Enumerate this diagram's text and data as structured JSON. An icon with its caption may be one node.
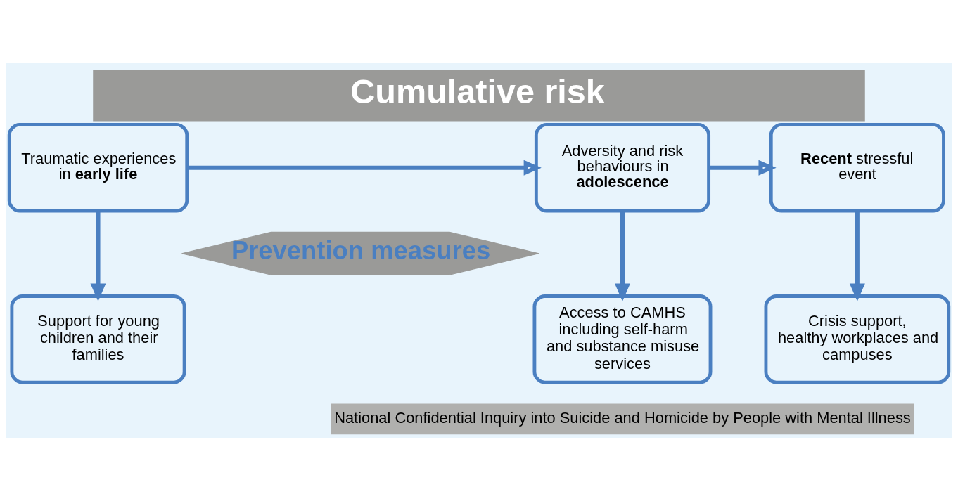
{
  "diagram": {
    "title": "Cumulative risk",
    "caption": "National Confidential Inquiry into Suicide and Homicide by People with Mental Illness",
    "nodes": [
      {
        "text": [
          "Traumatic experiences in **early life**"
        ]
      },
      {
        "text": [
          "Adversity and risk behaviours in **adolescence**"
        ]
      },
      {
        "text": [
          "**Recent** stressful event"
        ]
      },
      {
        "text": [
          "Prevention measures"
        ]
      },
      {
        "text": [
          "Support for young children and their families"
        ]
      },
      {
        "text": [
          "Access to CAMHS including self-harm and substance misuse services"
        ]
      },
      {
        "text": [
          "Crisis support, healthy workplaces and campuses"
        ]
      }
    ],
    "edges": [
      {
        "from": 0,
        "to": 1,
        "arrow": "to"
      },
      {
        "from": 1,
        "to": 2,
        "arrow": "to"
      },
      {
        "from": 0,
        "to": 4,
        "arrow": "to"
      },
      {
        "from": 1,
        "to": 5,
        "arrow": "to"
      },
      {
        "from": 2,
        "to": 6,
        "arrow": "to"
      }
    ]
  }
}
